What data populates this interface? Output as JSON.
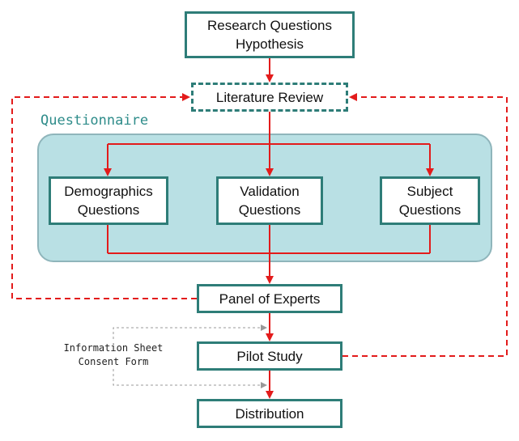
{
  "colors": {
    "box_border": "#2e7d78",
    "group_fill": "#b9e0e4",
    "group_title": "#2e8c8a",
    "arrow": "#e31b1b",
    "note_arrow": "#999999"
  },
  "group": {
    "title": "Questionnaire"
  },
  "nodes": {
    "research": "Research Questions\nHypothesis",
    "literature": "Literature Review",
    "demographics": "Demographics\nQuestions",
    "validation": "Validation\nQuestions",
    "subject": "Subject\nQuestions",
    "panel": "Panel of Experts",
    "pilot": "Pilot Study",
    "distribution": "Distribution"
  },
  "note": {
    "line1": "Information Sheet",
    "line2": "Consent Form"
  },
  "edges": [
    {
      "from": "research",
      "to": "literature",
      "style": "solid"
    },
    {
      "from": "literature",
      "to": "demographics",
      "style": "solid"
    },
    {
      "from": "literature",
      "to": "validation",
      "style": "solid"
    },
    {
      "from": "literature",
      "to": "subject",
      "style": "solid"
    },
    {
      "from": "demographics",
      "to": "panel",
      "style": "solid"
    },
    {
      "from": "validation",
      "to": "panel",
      "style": "solid"
    },
    {
      "from": "subject",
      "to": "panel",
      "style": "solid"
    },
    {
      "from": "panel",
      "to": "pilot",
      "style": "solid"
    },
    {
      "from": "pilot",
      "to": "distribution",
      "style": "solid"
    },
    {
      "from": "panel",
      "to": "literature",
      "style": "dashed"
    },
    {
      "from": "pilot",
      "to": "literature",
      "style": "dashed"
    }
  ]
}
